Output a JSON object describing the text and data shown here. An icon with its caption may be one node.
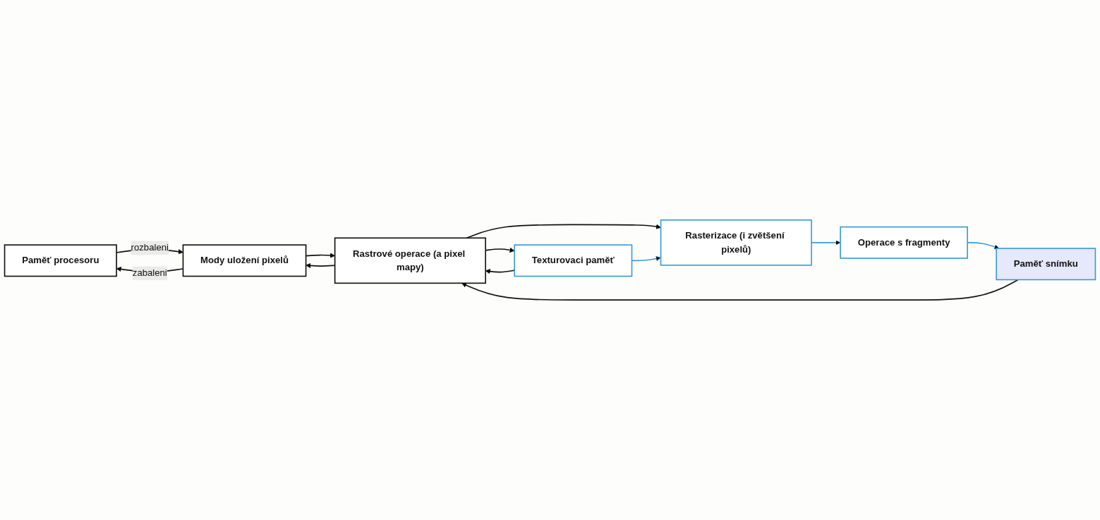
{
  "diagram": {
    "nodes": [
      {
        "text": [
          "Paměť procesoru"
        ]
      },
      {
        "text": [
          "Mody uložení pixelů"
        ]
      },
      {
        "text": [
          "Rastrové operace (a pixel mapy)"
        ]
      },
      {
        "text": [
          "Rasterizace (i zvětšení pixelů)"
        ]
      },
      {
        "text": [
          "Operace s fragmenty"
        ]
      },
      {
        "text": [
          "Texturovaci paměť"
        ]
      },
      {
        "text": [
          "Paměť snímku"
        ]
      }
    ],
    "edges": [
      {
        "from": 0,
        "to": 1,
        "arrow": "to",
        "label": "rozbaleni"
      },
      {
        "from": 1,
        "to": 0,
        "arrow": "to",
        "label": "zabaleni"
      },
      {
        "from": 1,
        "to": 2,
        "arrow": "to"
      },
      {
        "from": 2,
        "to": 1,
        "arrow": "to"
      },
      {
        "from": 2,
        "to": 3,
        "arrow": "to"
      },
      {
        "from": 3,
        "to": 4,
        "arrow": "to",
        "color": "#3a9ad9"
      },
      {
        "from": 4,
        "to": 6,
        "arrow": "to",
        "color": "#3a9ad9"
      },
      {
        "from": 2,
        "to": 5,
        "arrow": "to"
      },
      {
        "from": 5,
        "to": 2,
        "arrow": "to"
      },
      {
        "from": 5,
        "to": 3,
        "arrow": "to",
        "color": "#3a9ad9"
      },
      {
        "from": 6,
        "to": 2,
        "arrow": "to"
      }
    ]
  }
}
